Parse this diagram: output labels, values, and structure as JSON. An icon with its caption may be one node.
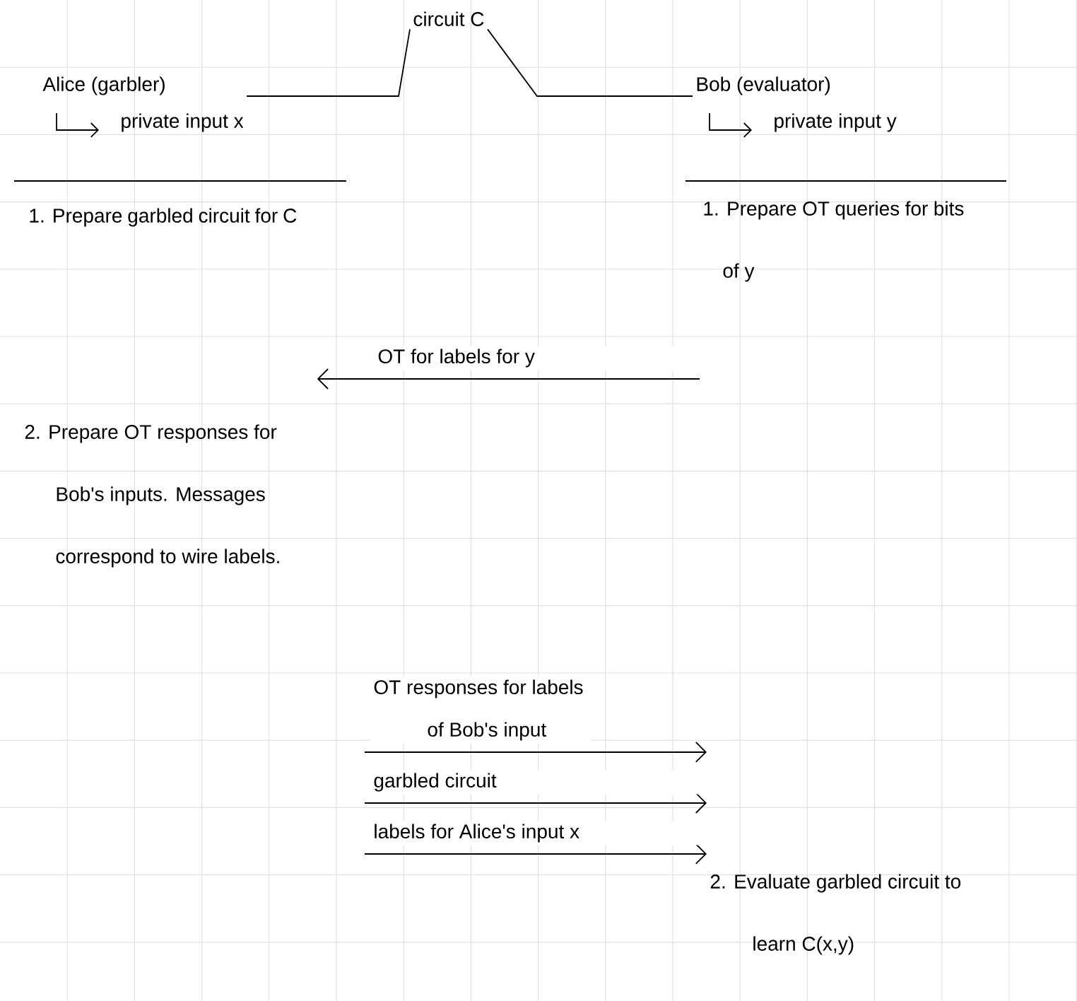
{
  "diagram": {
    "nodes": [
      {
        "text": [
          "circuit C"
        ]
      },
      {
        "text": [
          "Alice (garbler)",
          "private input x"
        ]
      },
      {
        "text": [
          "Bob (evaluator)",
          "private input y"
        ]
      },
      {
        "text": [
          "1. Prepare garbled circuit for C"
        ]
      },
      {
        "text": [
          "1. Prepare OT queries for bits of y"
        ]
      },
      {
        "text": [
          "2. Prepare OT responses for Bob's inputs. Messages correspond to wire labels."
        ]
      },
      {
        "text": [
          "2. Evaluate garbled circuit to learn C(x,y)"
        ]
      }
    ],
    "edges": [
      {
        "from": 0,
        "to": 1,
        "arrow": "none"
      },
      {
        "from": 0,
        "to": 2,
        "arrow": "none"
      },
      {
        "from": 4,
        "to": 5,
        "arrow": "to",
        "label": "OT for labels for y"
      },
      {
        "from": null,
        "to": 6,
        "arrow": "to",
        "label": "OT responses for labels of Bob's input"
      },
      {
        "from": null,
        "to": 6,
        "arrow": "to",
        "label": "garbled circuit"
      },
      {
        "from": null,
        "to": 6,
        "arrow": "to",
        "label": "labels for Alice's input x"
      }
    ]
  }
}
